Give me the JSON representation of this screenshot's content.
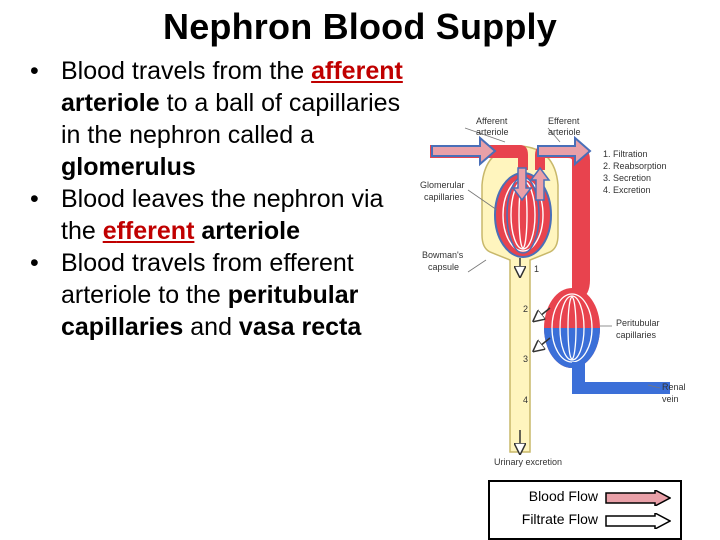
{
  "title": "Nephron Blood Supply",
  "bullets": {
    "b1": {
      "t1": "Blood travels from the ",
      "afferent_a": "a",
      "afferent_rest": "fferent",
      "arteriole": " arteriole",
      "t2": " to a ball of capillaries in the nephron called a ",
      "glomerulus": "glomerulus"
    },
    "b2": {
      "t1": "Blood leaves the nephron via the ",
      "efferent_e": "e",
      "efferent_rest": "fferent",
      "arteriole": " arteriole"
    },
    "b3": {
      "t1": "Blood travels from efferent arteriole to the ",
      "peritubular": "peritubular capillaries",
      "t2": " and ",
      "vasa": "vasa recta"
    }
  },
  "diagram": {
    "afferent_label": [
      "Afferent",
      "arteriole"
    ],
    "efferent_label": [
      "Efferent",
      "arteriole"
    ],
    "process_list": [
      "1. Filtration",
      "2. Reabsorption",
      "3. Secretion",
      "4. Excretion"
    ],
    "glomerular_label": [
      "Glomerular",
      "capillaries"
    ],
    "bowmans_label": [
      "Bowman's",
      "capsule"
    ],
    "peritubular_label": [
      "Peritubular",
      "capillaries"
    ],
    "renal_label": [
      "Renal",
      "vein"
    ],
    "urinary_label": "Urinary excretion",
    "step_numbers": [
      "1",
      "2",
      "3",
      "4"
    ]
  },
  "legend": {
    "blood_flow": "Blood Flow",
    "filtrate_flow": "Filtrate Flow",
    "blood_color": "#e9a0a8",
    "filtrate_color": "#ffffff"
  },
  "colors": {
    "artery": "#e8434e",
    "vein": "#3b6fd8",
    "tubule": "#fff5be",
    "tubule_border": "#c8b86a",
    "accent_red": "#c00000"
  }
}
